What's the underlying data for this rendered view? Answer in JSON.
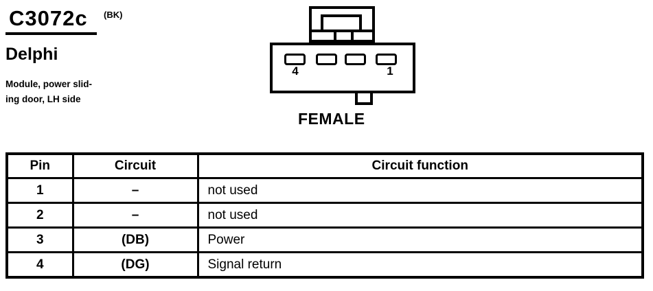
{
  "page": {
    "background_color": "#ffffff",
    "ink_color": "#000000"
  },
  "header": {
    "connector_id": "C3072c",
    "color_code": "(BK)",
    "vendor": "Delphi",
    "description_line1": "Module, power slid-",
    "description_line2": "ing door, LH side"
  },
  "connector_diagram": {
    "pin_left_label": "4",
    "pin_right_label": "1",
    "gender_label": "FEMALE"
  },
  "pinout_table": {
    "headers": [
      "Pin",
      "Circuit",
      "Circuit function"
    ],
    "rows": [
      {
        "pin": "1",
        "circuit": "–",
        "function": "not used"
      },
      {
        "pin": "2",
        "circuit": "–",
        "function": "not used"
      },
      {
        "pin": "3",
        "circuit": "(DB)",
        "function": "Power"
      },
      {
        "pin": "4",
        "circuit": "(DG)",
        "function": "Signal return"
      }
    ]
  }
}
